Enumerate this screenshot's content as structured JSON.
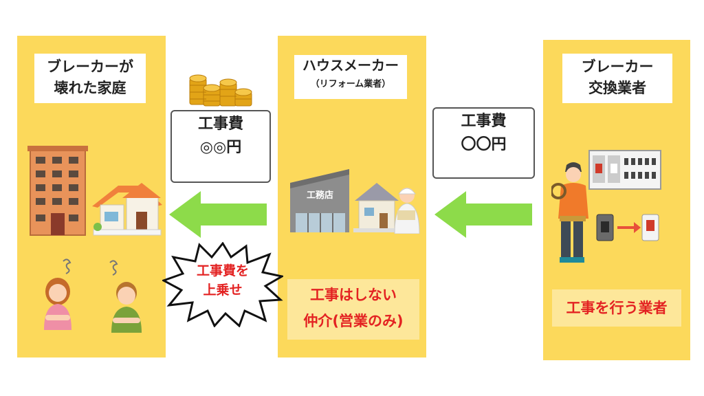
{
  "left_column": {
    "title_line1": "ブレーカーが",
    "title_line2": "壊れた家庭"
  },
  "middle_column": {
    "title": "ハウスメーカー",
    "subtitle": "（リフォーム業者）",
    "shop_sign": "工務店",
    "description_line1": "工事はしない",
    "description_line2": "仲介(営業のみ)"
  },
  "right_column": {
    "title_line1": "ブレーカー",
    "title_line2": "交換業者",
    "description": "工事を行う業者"
  },
  "cost_left": {
    "line1": "工事費",
    "line2": "◎◎円"
  },
  "cost_right": {
    "line1": "工事費",
    "line2": "〇〇円"
  },
  "markup_burst": {
    "line1": "工事費を",
    "line2": "上乗せ"
  },
  "colors": {
    "column": "#fcd95b",
    "description_bg": "#fde79a",
    "arrow": "#8ddb4a",
    "accent_text": "#e32222"
  }
}
